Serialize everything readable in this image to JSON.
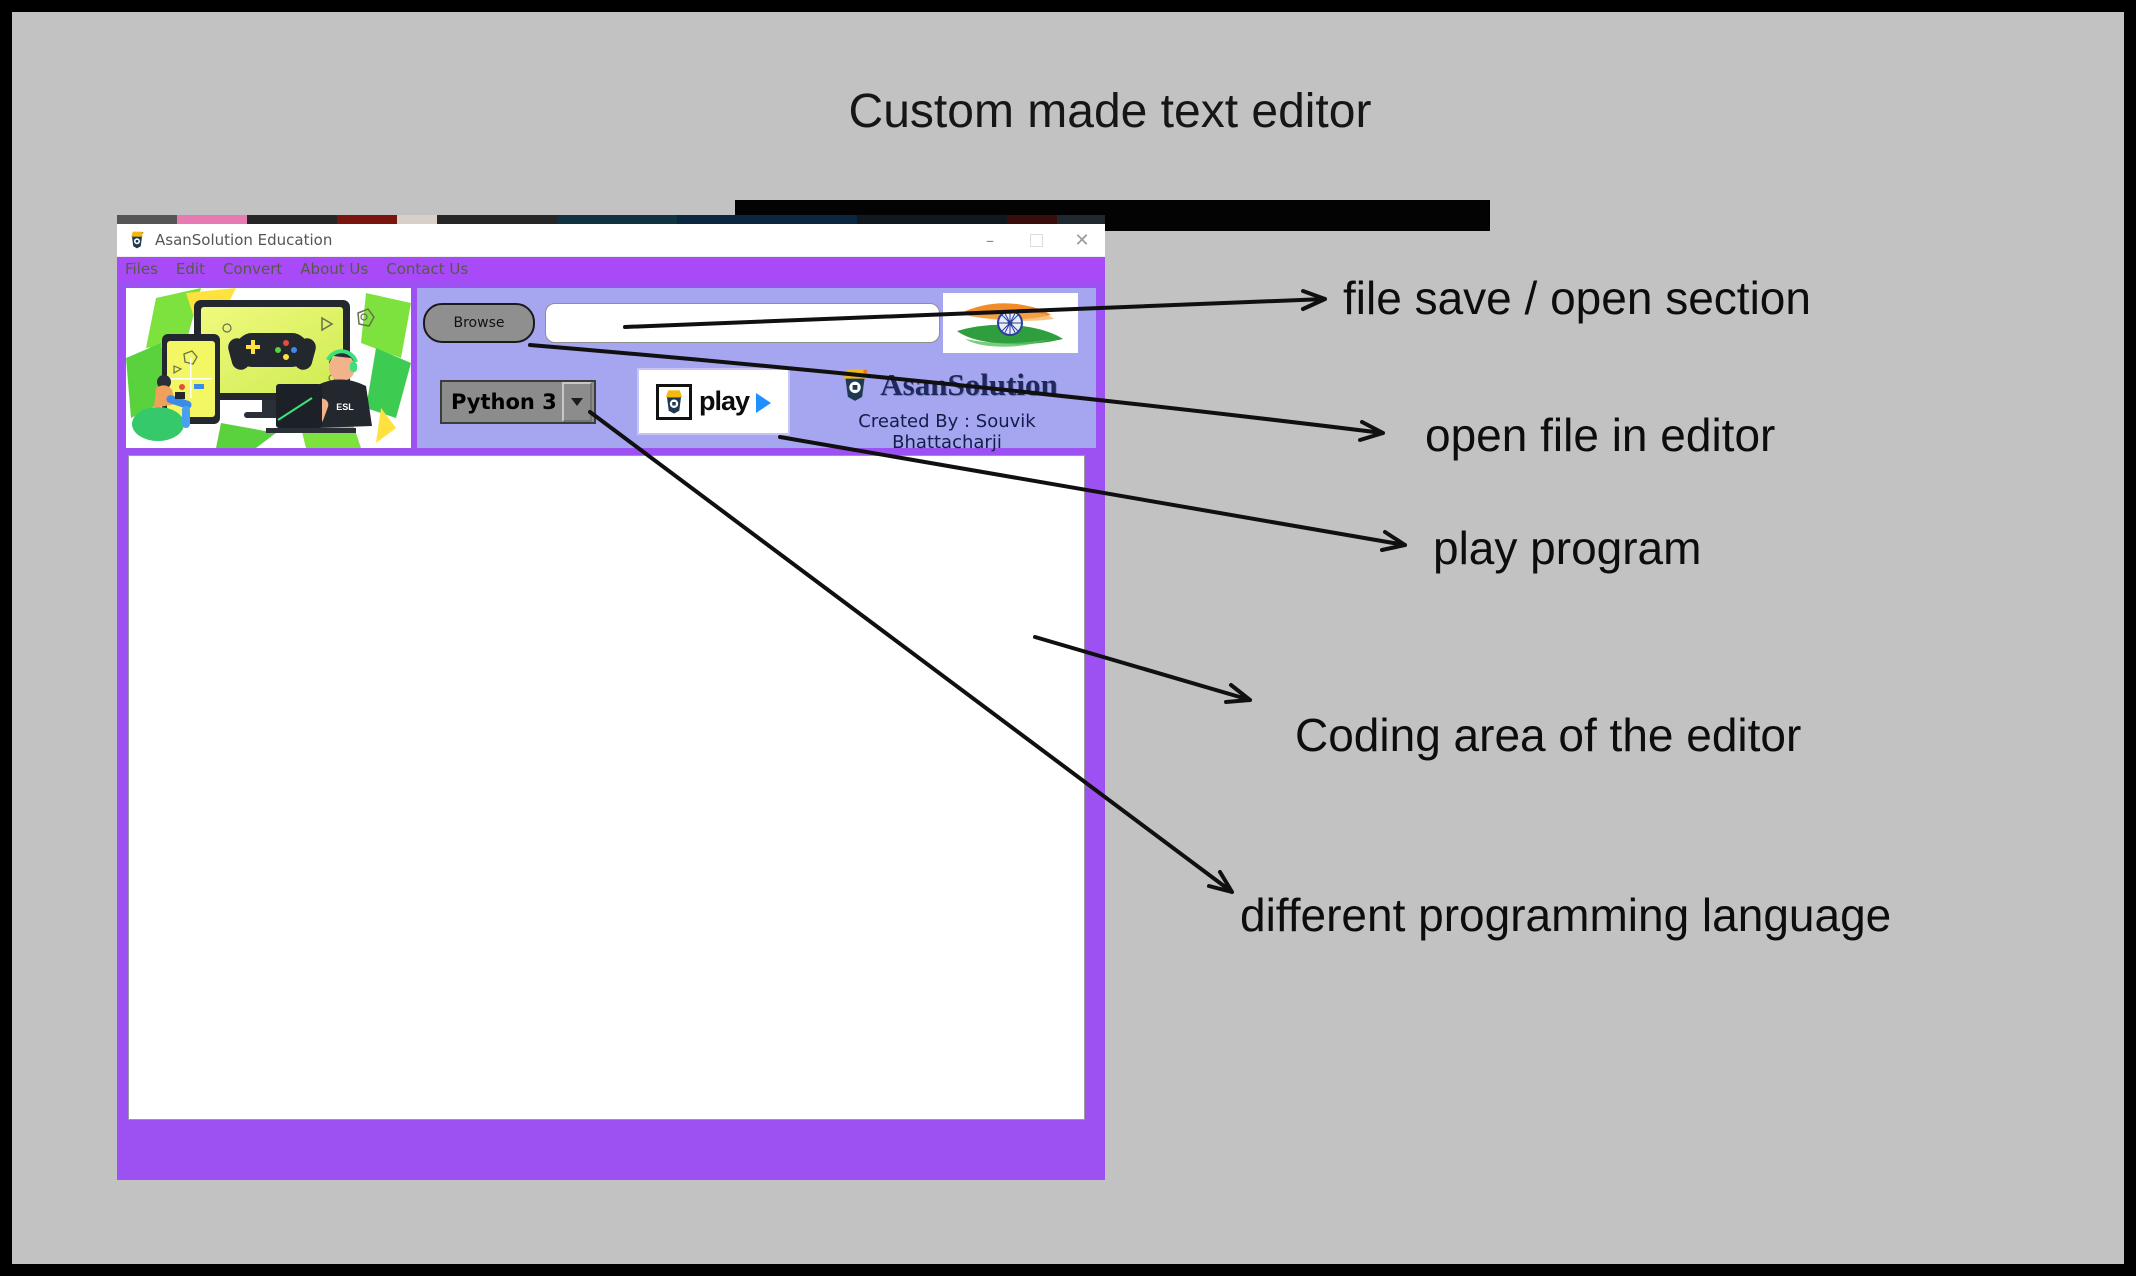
{
  "page": {
    "title": "Custom made text editor"
  },
  "window": {
    "title": "AsanSolution Education",
    "controls": {
      "minimize": "–",
      "close": "✕"
    },
    "menu": {
      "items": [
        "Files",
        "Edit",
        "Convert",
        "About Us",
        "Contact Us"
      ]
    },
    "toolbar": {
      "browse_label": "Browse",
      "file_path_value": "",
      "language_selected": "Python 3",
      "play_label": "play"
    },
    "branding": {
      "logo_text": "AsanSolution",
      "created_by": "Created By : Souvik Bhattacharji",
      "illustration_shirt_text": "ESL"
    },
    "editor": {
      "content": ""
    }
  },
  "annotations": [
    {
      "id": "file-save",
      "label": "file save / open section"
    },
    {
      "id": "open-file",
      "label": "open file in editor"
    },
    {
      "id": "play-program",
      "label": "play program"
    },
    {
      "id": "coding-area",
      "label": "Coding area of the editor"
    },
    {
      "id": "different-language",
      "label": "different programming language"
    }
  ],
  "colors": {
    "background_gray": "#c2c2c2",
    "menu_purple": "#a84af7",
    "window_purple": "#9e51f2",
    "panel_lavender": "#a6a5f0",
    "logo_navy": "#1e2a5e",
    "play_triangle_blue": "#1e90ff",
    "flag_saffron": "#f28c28",
    "flag_green": "#2e9e3e",
    "flag_chakra_blue": "#2a3f9e",
    "top_strip": [
      {
        "c": "#555555",
        "w": 60
      },
      {
        "c": "#e87ab2",
        "w": 70
      },
      {
        "c": "#262626",
        "w": 90
      },
      {
        "c": "#7a150e",
        "w": 60
      },
      {
        "c": "#d8d0c8",
        "w": 40
      },
      {
        "c": "#262626",
        "w": 120
      },
      {
        "c": "#0f3340",
        "w": 120
      },
      {
        "c": "#0b2740",
        "w": 180
      },
      {
        "c": "#101820",
        "w": 150
      },
      {
        "c": "#3a0c0c",
        "w": 50
      },
      {
        "c": "#202830",
        "w": 48
      }
    ]
  }
}
